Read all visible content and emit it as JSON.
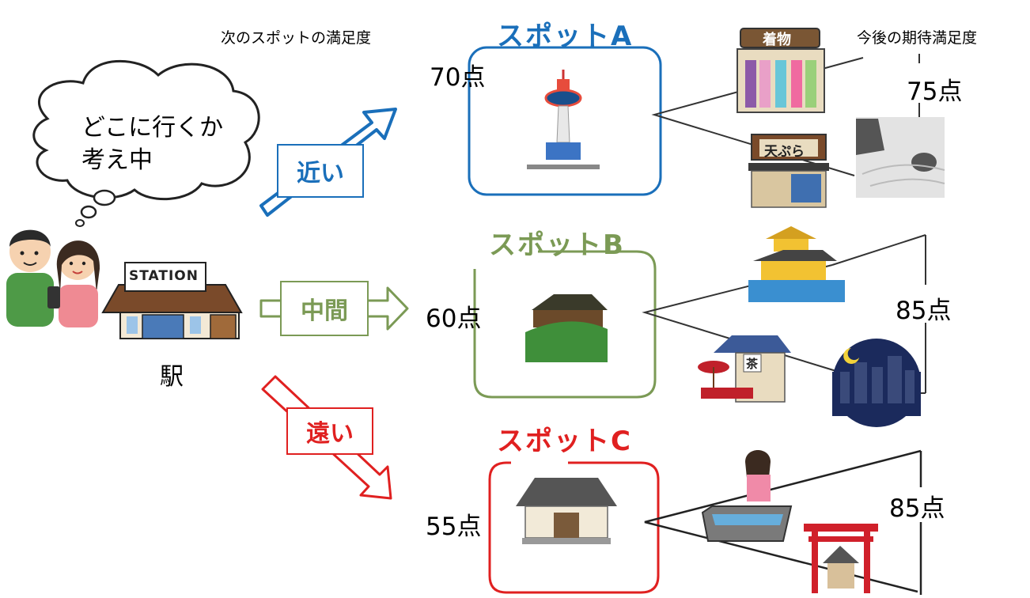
{
  "headers": {
    "next_spot_satisfaction": "次のスポットの満足度",
    "future_expected_satisfaction": "今後の期待満足度"
  },
  "thought": {
    "line1": "どこに行くか",
    "line2": "考え中"
  },
  "station": {
    "sign": "STATION",
    "label": "駅"
  },
  "routes": [
    {
      "label": "近い",
      "color": "#1a6fba"
    },
    {
      "label": "中間",
      "color": "#7b9a55"
    },
    {
      "label": "遠い",
      "color": "#e02020"
    }
  ],
  "spots": [
    {
      "title": "スポットA",
      "score": "70点",
      "future": "75点",
      "color": "#1a6fba"
    },
    {
      "title": "スポットB",
      "score": "60点",
      "future": "85点",
      "color": "#7b9a55"
    },
    {
      "title": "スポットC",
      "score": "55点",
      "future": "85点",
      "color": "#e02020"
    }
  ],
  "signs": {
    "kimono": "着物",
    "tempura": "天ぷら",
    "tea": "茶"
  }
}
